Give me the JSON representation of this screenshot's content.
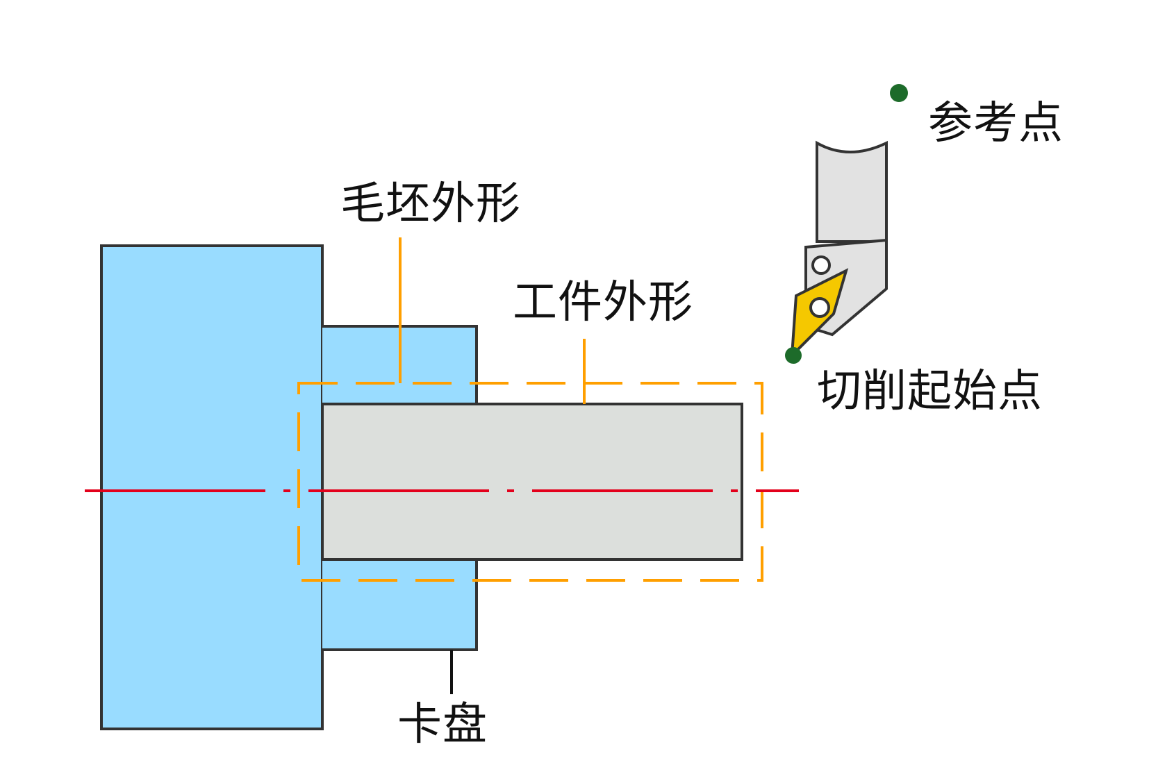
{
  "labels": {
    "blank_profile": "毛坯外形",
    "workpiece_profile": "工件外形",
    "chuck": "卡盘",
    "reference_point": "参考点",
    "cutting_start_point": "切削起始点"
  },
  "colors": {
    "chuck_fill": "#99dcff",
    "workpiece_fill": "#dcdfdc",
    "outline": "#333333",
    "blank_dashed": "#ff9f00",
    "centerline": "#e3001b",
    "leader_orange": "#ff9f00",
    "leader_black": "#111111",
    "tool_holder_fill": "#e2e2e2",
    "insert_fill": "#f5c800",
    "point_marker": "#1d6b2a"
  }
}
